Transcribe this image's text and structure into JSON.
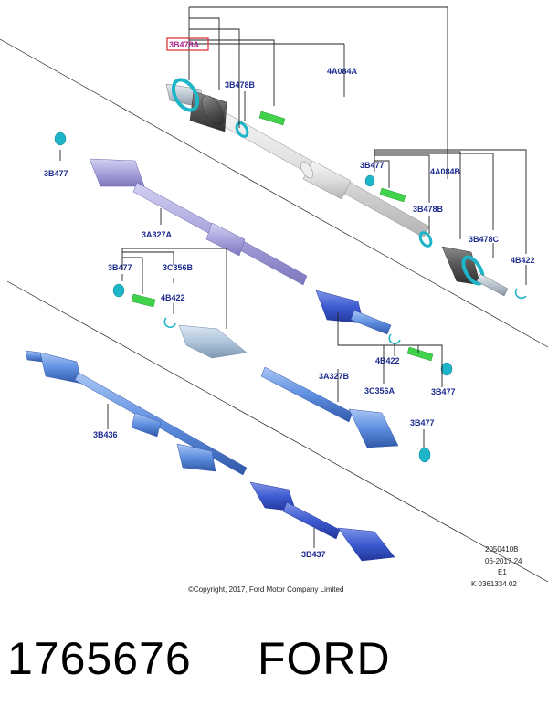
{
  "labels": {
    "l_3B478A": "3B478A",
    "l_3B478B_top": "3B478B",
    "l_4A084A": "4A084A",
    "l_3B477_a": "3B477",
    "l_3B477_b": "3B477",
    "l_4A084B": "4A084B",
    "l_3B478B_mid": "3B478B",
    "l_3B478C": "3B478C",
    "l_4B422_a": "4B422",
    "l_3A327A": "3A327A",
    "l_3B477_c": "3B477",
    "l_3C356B": "3C356B",
    "l_4B422_b": "4B422",
    "l_4B422_c": "4B422",
    "l_3A327B": "3A327B",
    "l_3C356A": "3C356A",
    "l_3B477_d": "3B477",
    "l_3B477_e": "3B477",
    "l_3B436": "3B436",
    "l_3B437": "3B437"
  },
  "meta": {
    "line1": "2050410B",
    "line2": "06-2017 24",
    "line3": "E1",
    "line4": "K 0361334 02"
  },
  "copyright": "©Copyright, 2017, Ford Motor Company Limited",
  "footer": {
    "part_number": "1765676",
    "brand": "FORD"
  },
  "colors": {
    "label_text": "#1d2c8f",
    "highlight_box": "#d62a2a",
    "highlight_text": "#b0248c",
    "ring_cyan": "#1fb5c8",
    "clamp_green": "#3fd24a",
    "shaft_purple": "#a9a4dc",
    "shaft_blue": "#5f8fe0",
    "boot_gray": "#555555",
    "shaft_gray": "#dcdcdc"
  }
}
